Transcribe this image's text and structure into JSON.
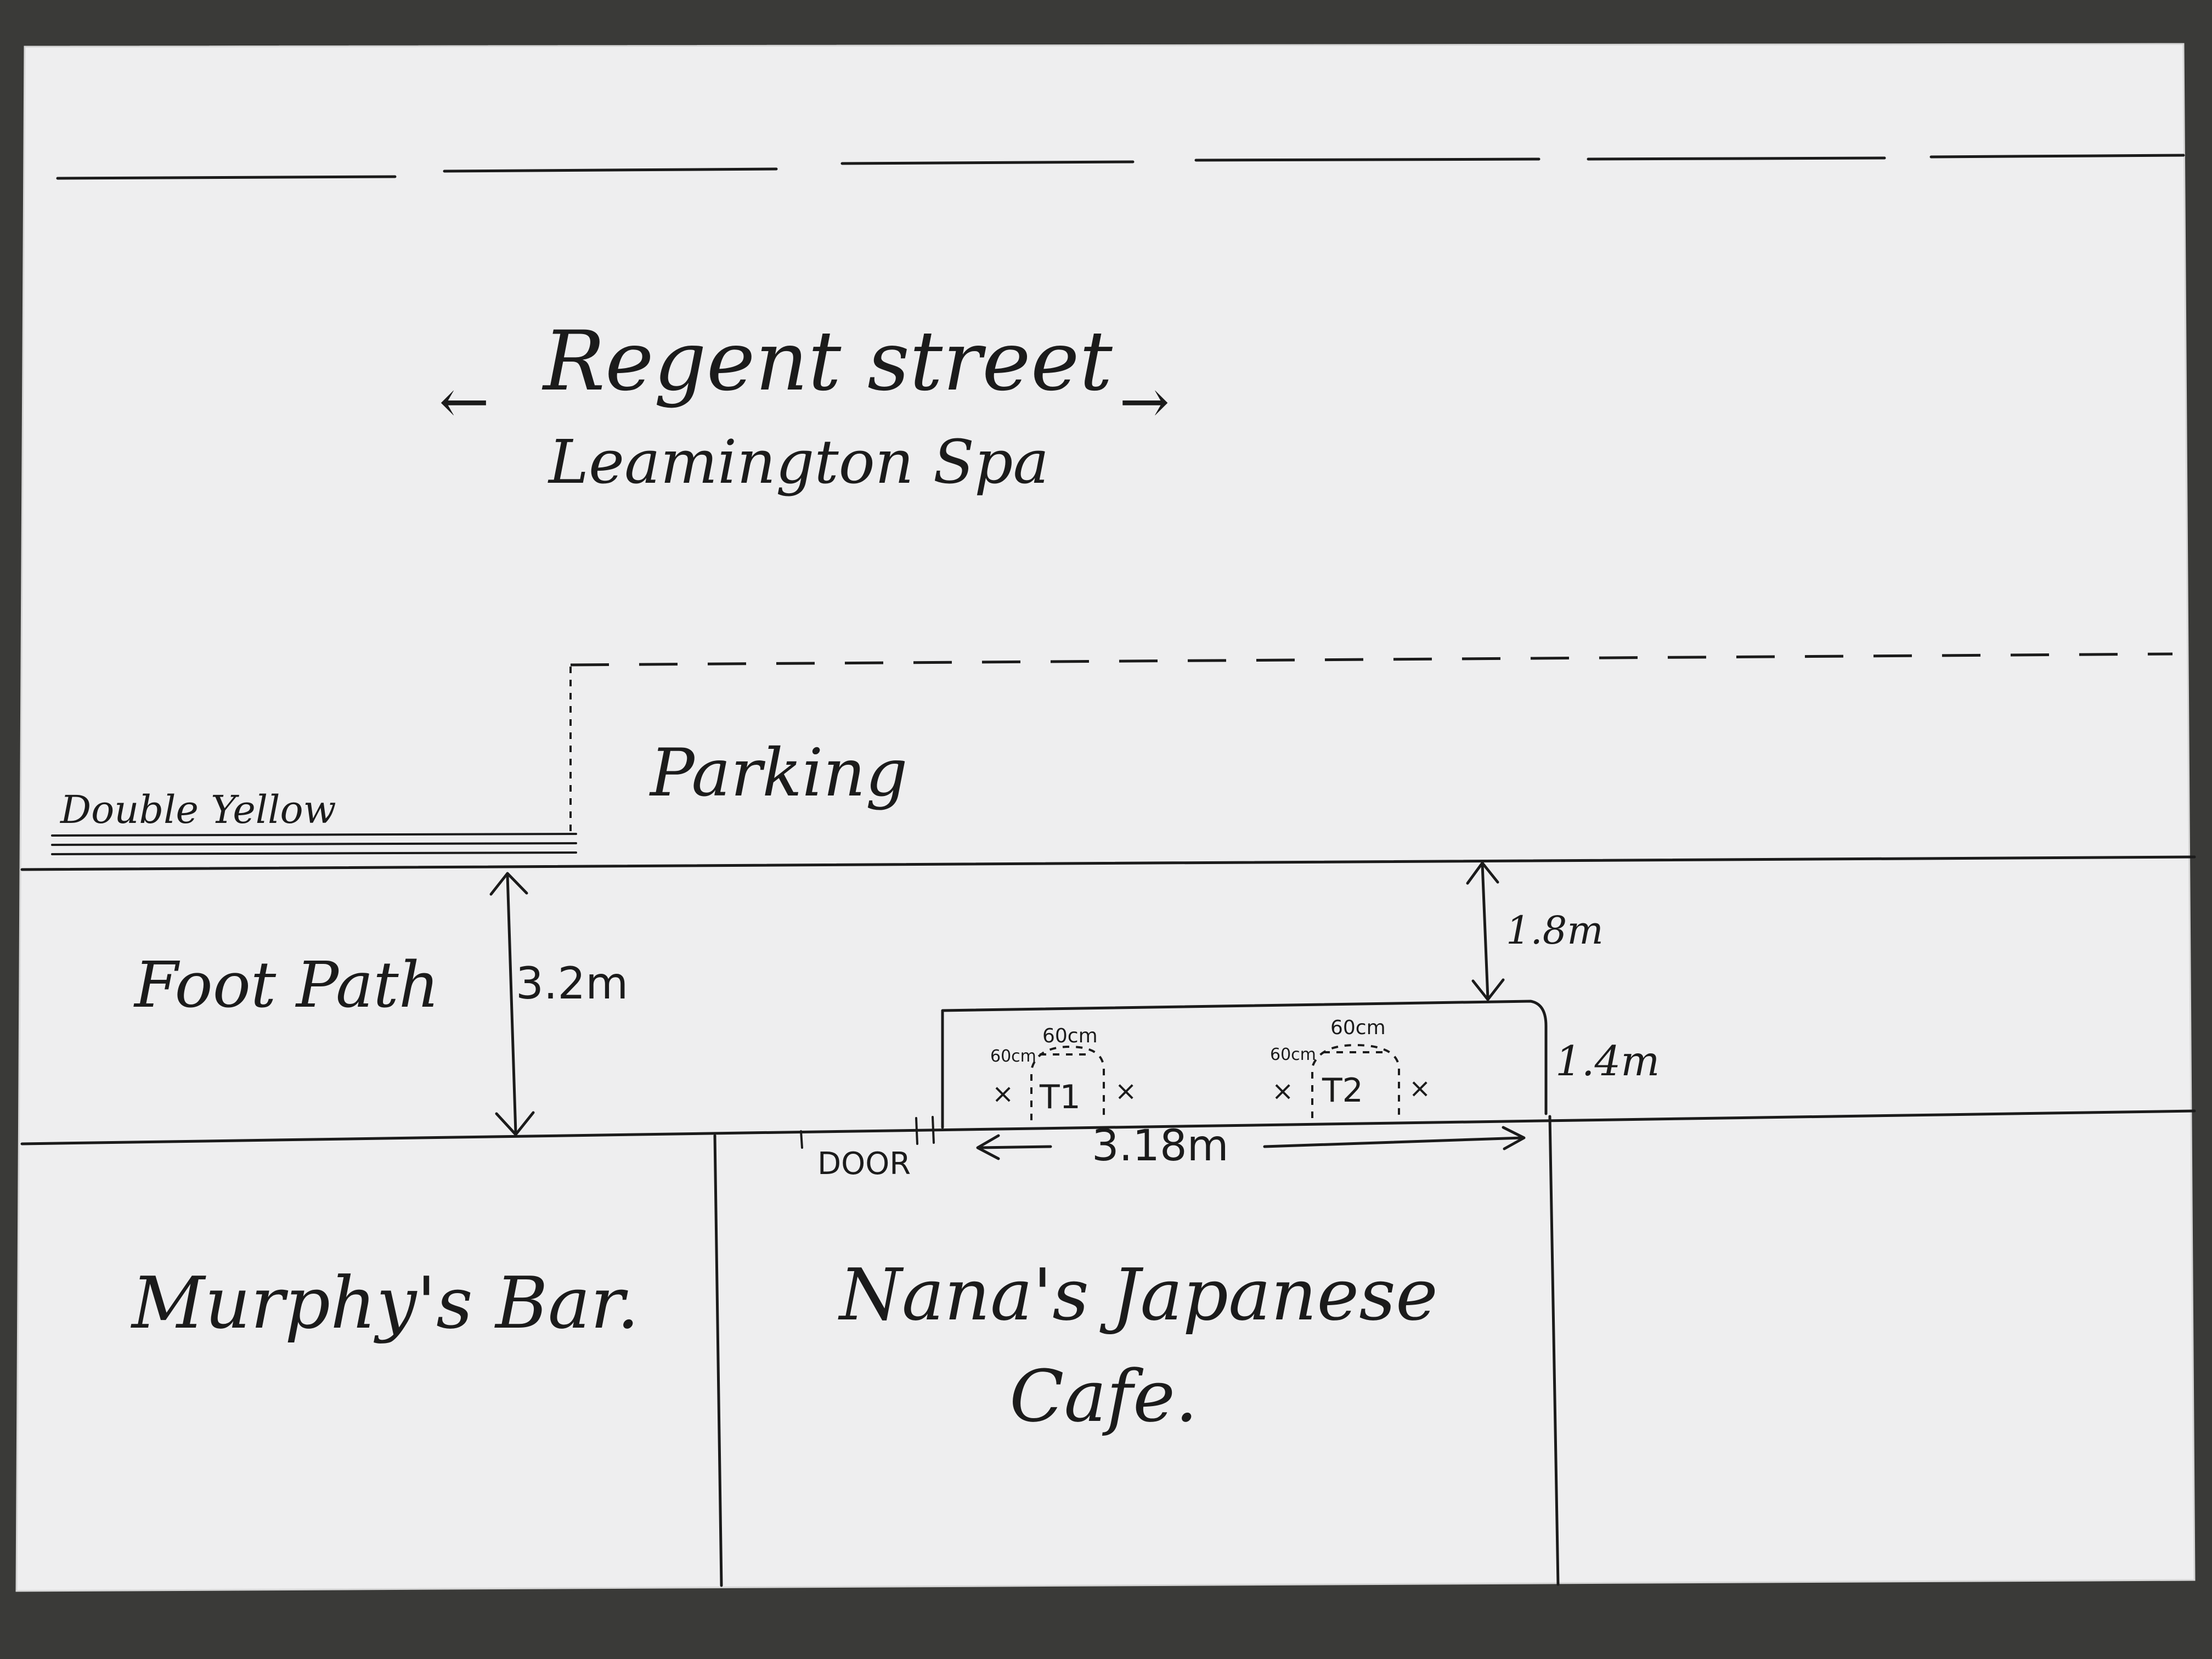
{
  "street": {
    "name": "Regent street",
    "town": "Leamington Spa",
    "arrow_left": "←",
    "arrow_right": "→"
  },
  "road": {
    "parking_label": "Parking",
    "double_yellow_label": "Double Yellow"
  },
  "footpath": {
    "label": "Foot Path",
    "width_label": "3.2m",
    "clearance_label": "1.8m"
  },
  "seating_area": {
    "depth_label": "1.4m",
    "length_label": "3.18m",
    "door_label": "DOOR",
    "tables": [
      {
        "id": "T1",
        "width_label": "60cm",
        "depth_label": "60cm",
        "chair_mark": "×"
      },
      {
        "id": "T2",
        "width_label": "60cm",
        "depth_label": "60cm",
        "chair_mark": "×"
      }
    ]
  },
  "buildings": {
    "left_name": "Murphy's Bar.",
    "center_name_line1": "Nana's Japanese",
    "center_name_line2": "Cafe."
  },
  "colors": {
    "paper": "#eeeeef",
    "ink": "#1b1b1b",
    "background": "#3a3a38"
  }
}
